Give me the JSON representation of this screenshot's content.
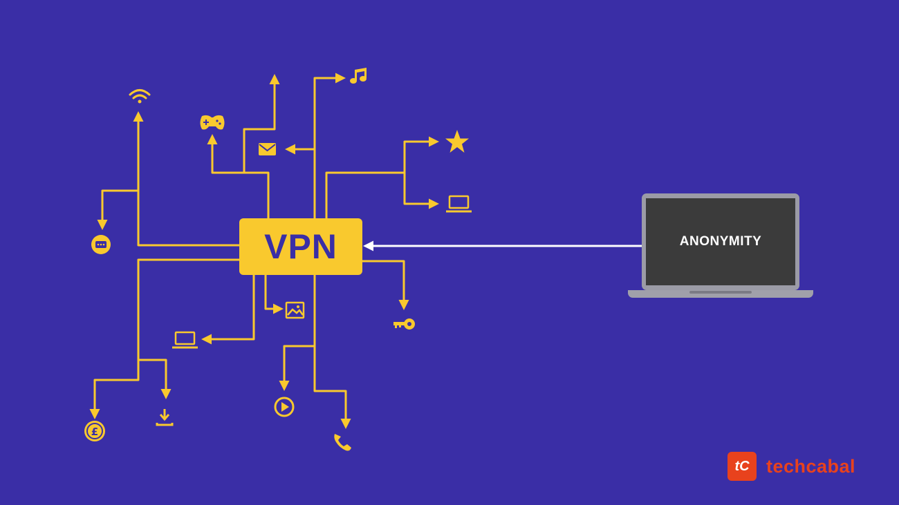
{
  "colors": {
    "background": "#3a2ea6",
    "accent": "#f9c92e",
    "laptop_screen": "#3b3b3b",
    "brand": "#e8421d",
    "arrow_white": "#ffffff"
  },
  "diagram": {
    "center_label": "VPN",
    "laptop_label": "ANONYMITY",
    "icons": [
      "wifi-icon",
      "gamepad-icon",
      "music-note-icon",
      "mail-icon",
      "star-icon",
      "laptop-icon",
      "chat-bubble-icon",
      "image-icon",
      "key-icon",
      "pound-coin-icon",
      "download-icon",
      "play-icon",
      "phone-icon"
    ]
  },
  "brand": {
    "logo_text": "tC",
    "name": "techcabal"
  }
}
